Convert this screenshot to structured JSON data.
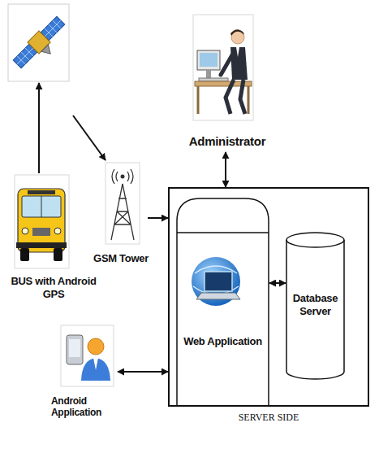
{
  "diagram": {
    "nodes": [
      {
        "text": [
          "Administrator"
        ]
      },
      {
        "text": [
          "GSM Tower"
        ]
      },
      {
        "text": [
          "SERVER SIDE"
        ]
      },
      {
        "text": [
          "Web Application"
        ],
        "in": 2
      },
      {
        "text": [
          "Database Server"
        ],
        "in": 2
      },
      {
        "text": [
          "BUS with Android GPS"
        ]
      },
      {
        "text": [
          "Android Application"
        ]
      }
    ],
    "edges": [
      {
        "from": 0,
        "to": 2,
        "arrow": "both"
      },
      {
        "from": 1,
        "to": 2,
        "arrow": "to"
      },
      {
        "from": 3,
        "to": 4,
        "arrow": "both"
      },
      {
        "from": 6,
        "to": 2,
        "arrow": "both"
      }
    ]
  }
}
